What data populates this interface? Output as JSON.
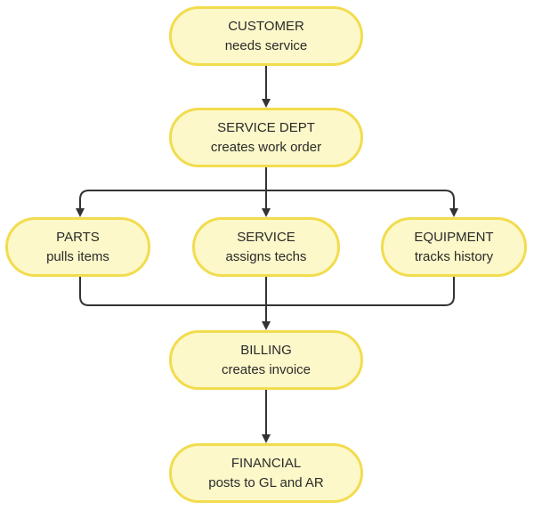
{
  "colors": {
    "node_fill": "#fdf8c9",
    "node_border": "#f2dc4e",
    "connector": "#333333",
    "text": "#2a2a2a"
  },
  "nodes": {
    "customer": {
      "title": "CUSTOMER",
      "subtitle": "needs service"
    },
    "service_dept": {
      "title": "SERVICE DEPT",
      "subtitle": "creates work order"
    },
    "parts": {
      "title": "PARTS",
      "subtitle": "pulls items"
    },
    "service": {
      "title": "SERVICE",
      "subtitle": "assigns techs"
    },
    "equipment": {
      "title": "EQUIPMENT",
      "subtitle": "tracks history"
    },
    "billing": {
      "title": "BILLING",
      "subtitle": "creates invoice"
    },
    "financial": {
      "title": "FINANCIAL",
      "subtitle": "posts to GL and AR"
    }
  },
  "edges": [
    {
      "from": "customer",
      "to": "service_dept"
    },
    {
      "from": "service_dept",
      "to": "parts"
    },
    {
      "from": "service_dept",
      "to": "service"
    },
    {
      "from": "service_dept",
      "to": "equipment"
    },
    {
      "from": "parts",
      "to": "billing"
    },
    {
      "from": "service",
      "to": "billing"
    },
    {
      "from": "equipment",
      "to": "billing"
    },
    {
      "from": "billing",
      "to": "financial"
    }
  ]
}
